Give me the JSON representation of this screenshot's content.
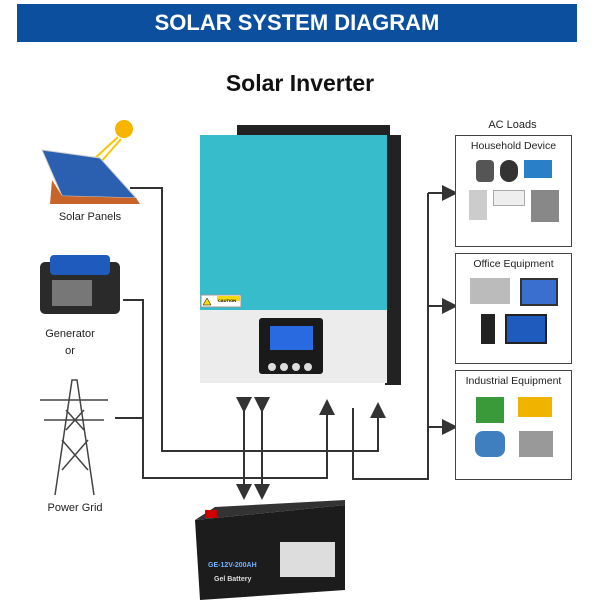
{
  "banner": {
    "title": "SOLAR SYSTEM DIAGRAM"
  },
  "subtitle": "Solar Inverter",
  "sources": {
    "solar": "Solar Panels",
    "generator": "Generator",
    "or": "or",
    "grid": "Power Grid"
  },
  "loads": {
    "title": "AC Loads",
    "household": "Household Device",
    "office": "Office Equipment",
    "industrial": "Industrial Equipment"
  },
  "inverter": {
    "caution": "CAUTION"
  },
  "battery": {
    "model": "GE-12V-200AH",
    "type": "Gel Battery"
  },
  "colors": {
    "banner": "#0b4f9e",
    "inverter_top": "#36bccb",
    "inverter_bottom": "#ececec"
  }
}
